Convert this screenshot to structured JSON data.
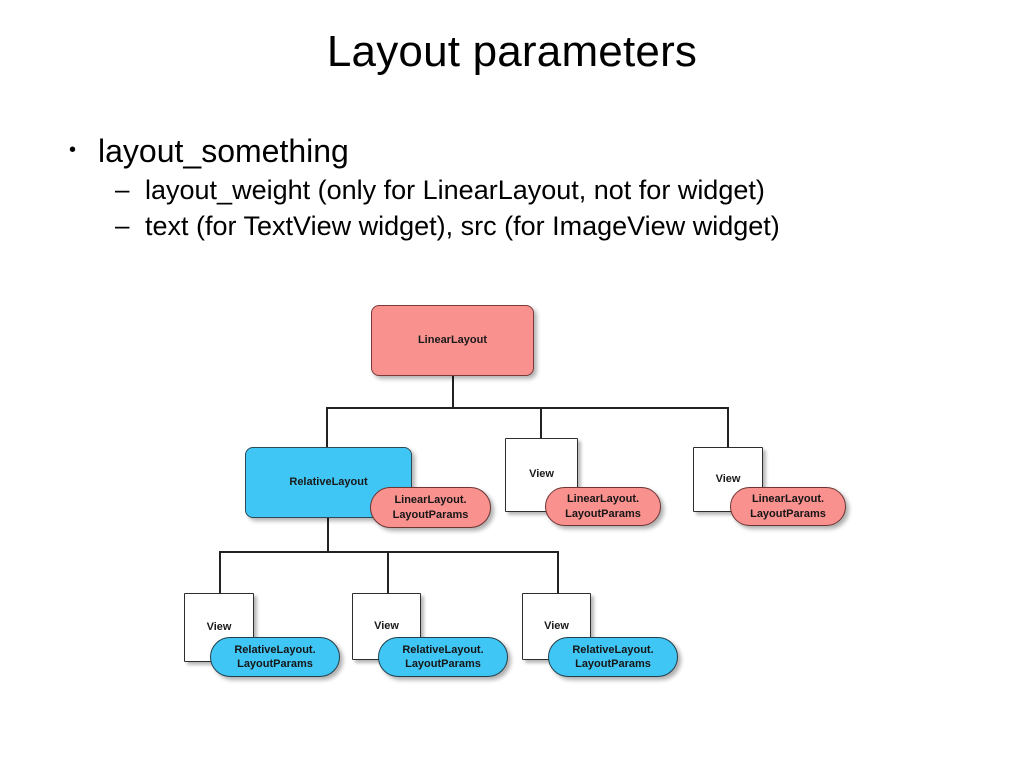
{
  "slide": {
    "title": "Layout parameters",
    "bullets": [
      {
        "level": 1,
        "marker": "•",
        "text": "layout_something"
      },
      {
        "level": 2,
        "marker": "–",
        "text": "layout_weight (only for LinearLayout, not for widget)"
      },
      {
        "level": 2,
        "marker": "–",
        "text": "text (for TextView widget), src (for ImageView widget)"
      }
    ]
  },
  "colors": {
    "pink": "#F9918F",
    "cyan": "#3FC6F5",
    "white": "#FFFFFF",
    "stroke": "#222222",
    "text": "#000000"
  },
  "diagram": {
    "type": "tree",
    "nodes": {
      "root": {
        "label": "LinearLayout",
        "color": "pink",
        "shape": "rounded-rect"
      },
      "l2n1": {
        "label": "RelativeLayout",
        "color": "cyan",
        "shape": "rounded-rect"
      },
      "l2n2": {
        "label": "View",
        "color": "white",
        "shape": "rect"
      },
      "l2n3": {
        "label": "View",
        "color": "white",
        "shape": "rect"
      },
      "l3n1": {
        "label": "View",
        "color": "white",
        "shape": "rect"
      },
      "l3n2": {
        "label": "View",
        "color": "white",
        "shape": "rect"
      },
      "l3n3": {
        "label": "View",
        "color": "white",
        "shape": "rect"
      }
    },
    "pills": {
      "p1": {
        "line1": "LinearLayout.",
        "line2": "LayoutParams",
        "color": "pink"
      },
      "p2": {
        "line1": "LinearLayout.",
        "line2": "LayoutParams",
        "color": "pink"
      },
      "p3": {
        "line1": "LinearLayout.",
        "line2": "LayoutParams",
        "color": "pink"
      },
      "p4": {
        "line1": "RelativeLayout.",
        "line2": "LayoutParams",
        "color": "cyan"
      },
      "p5": {
        "line1": "RelativeLayout.",
        "line2": "LayoutParams",
        "color": "cyan"
      },
      "p6": {
        "line1": "RelativeLayout.",
        "line2": "LayoutParams",
        "color": "cyan"
      }
    },
    "edges": [
      {
        "from": "root",
        "to": "l2n1"
      },
      {
        "from": "root",
        "to": "l2n2"
      },
      {
        "from": "root",
        "to": "l2n3"
      },
      {
        "from": "l2n1",
        "to": "l3n1"
      },
      {
        "from": "l2n1",
        "to": "l3n2"
      },
      {
        "from": "l2n1",
        "to": "l3n3"
      }
    ]
  }
}
